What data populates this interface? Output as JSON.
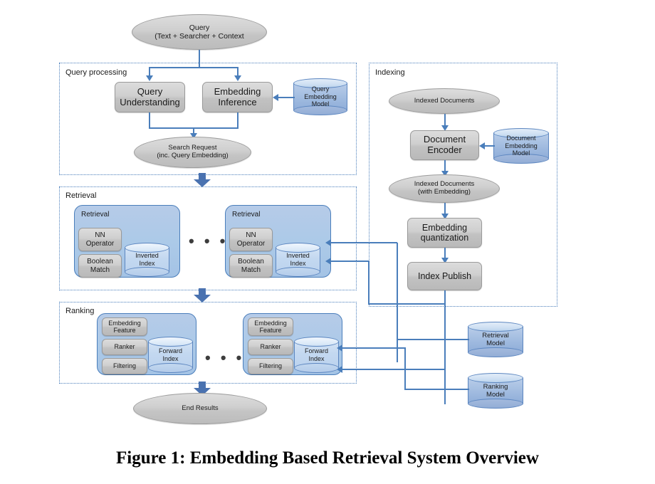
{
  "figure": {
    "caption": "Figure 1: Embedding Based Retrieval System Overview"
  },
  "colors": {
    "connector_blue": "#4a7ebb",
    "card_blue": "#accae8",
    "cylinder_blue": "#9ab6dd",
    "process_grey": "#c8c8c8",
    "section_border": "#4a7ebb"
  },
  "nodes": {
    "query": {
      "line1": "Query",
      "line2": "(Text + Searcher + Context"
    },
    "search_request": {
      "line1": "Search Request",
      "line2": "(inc. Query Embedding)"
    },
    "end_results": {
      "label": "End Results"
    }
  },
  "sections": {
    "query_processing": {
      "title": "Query processing",
      "boxes": [
        {
          "line1": "Query",
          "line2": "Understanding"
        },
        {
          "line1": "Embedding",
          "line2": "Inference"
        }
      ],
      "model": {
        "line1": "Query",
        "line2": "Embedding",
        "line3": "Model"
      }
    },
    "indexing": {
      "title": "Indexing",
      "source": {
        "label": "Indexed Documents"
      },
      "encoder": {
        "line1": "Document",
        "line2": "Encoder"
      },
      "model": {
        "line1": "Document",
        "line2": "Embedding",
        "line3": "Model"
      },
      "documents_with_embedding": {
        "line1": "Indexed Documents",
        "line2": "(with Embedding)"
      },
      "quantization": {
        "line1": "Embedding",
        "line2": "quantization"
      },
      "publish": {
        "label": "Index Publish"
      }
    },
    "retrieval": {
      "title": "Retrieval",
      "ellipsis": "• • •",
      "shards": [
        {
          "title": "Retrieval",
          "items": [
            {
              "line1": "NN",
              "line2": "Operator"
            },
            {
              "line1": "Boolean",
              "line2": "Match"
            }
          ],
          "index": {
            "line1": "Inverted",
            "line2": "Index"
          }
        },
        {
          "title": "Retrieval",
          "items": [
            {
              "line1": "NN",
              "line2": "Operator"
            },
            {
              "line1": "Boolean",
              "line2": "Match"
            }
          ],
          "index": {
            "line1": "Inverted",
            "line2": "Index"
          }
        }
      ]
    },
    "ranking": {
      "title": "Ranking",
      "ellipsis": "• • •",
      "shards": [
        {
          "items": [
            {
              "line1": "Embedding",
              "line2": "Feature"
            },
            {
              "line1": "Ranker",
              "line2": ""
            },
            {
              "line1": "Filtering",
              "line2": ""
            }
          ],
          "index": {
            "line1": "Forward",
            "line2": "Index"
          }
        },
        {
          "items": [
            {
              "line1": "Embedding",
              "line2": "Feature"
            },
            {
              "line1": "Ranker",
              "line2": ""
            },
            {
              "line1": "Filtering",
              "line2": ""
            }
          ],
          "index": {
            "line1": "Forward",
            "line2": "Index"
          }
        }
      ]
    }
  },
  "models": {
    "retrieval_model": {
      "line1": "Retrieval",
      "line2": "Model"
    },
    "ranking_model": {
      "line1": "Ranking",
      "line2": "Model"
    }
  }
}
